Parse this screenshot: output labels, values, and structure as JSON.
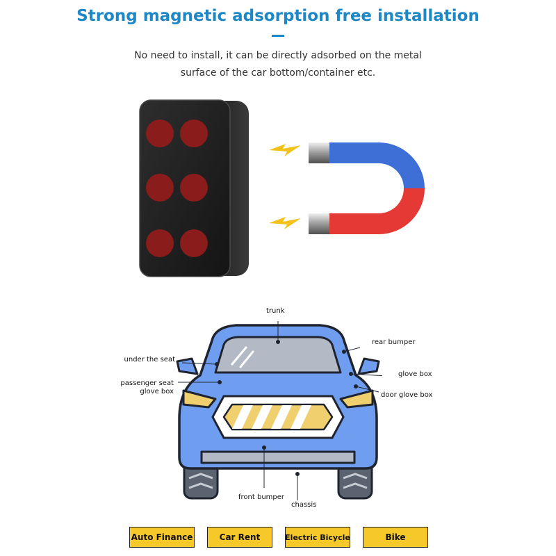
{
  "header": {
    "title": "Strong magnetic adsorption free installation",
    "subtitle_line1": "No need to install, it can be directly adsorbed on the metal",
    "subtitle_line2": "surface of the car bottom/container etc."
  },
  "colors": {
    "accent": "#1e88c7",
    "magnet_red": "#e53935",
    "magnet_blue": "#3d6fd6",
    "car_body": "#6f9ef0",
    "button_fill": "#f7c82a"
  },
  "illustrations": {
    "device": "gps-tracker-device",
    "magnet": "horseshoe-magnet-icon",
    "spark": "lightning-icon",
    "car": "car-front-view"
  },
  "car_labels": {
    "trunk": "trunk",
    "rear_bumper": "rear bumper",
    "under_the_seat": "under the seat",
    "passenger_seat_line1": "passenger seat",
    "passenger_seat_line2": "glove box",
    "glove_box": "glove box",
    "door_glove_box": "door glove box",
    "front_bumper": "front bumper",
    "chassis": "chassis"
  },
  "categories": [
    {
      "label": "Auto Finance"
    },
    {
      "label": "Car Rent"
    },
    {
      "label": "Electric Bicycle"
    },
    {
      "label": "Bike"
    }
  ]
}
